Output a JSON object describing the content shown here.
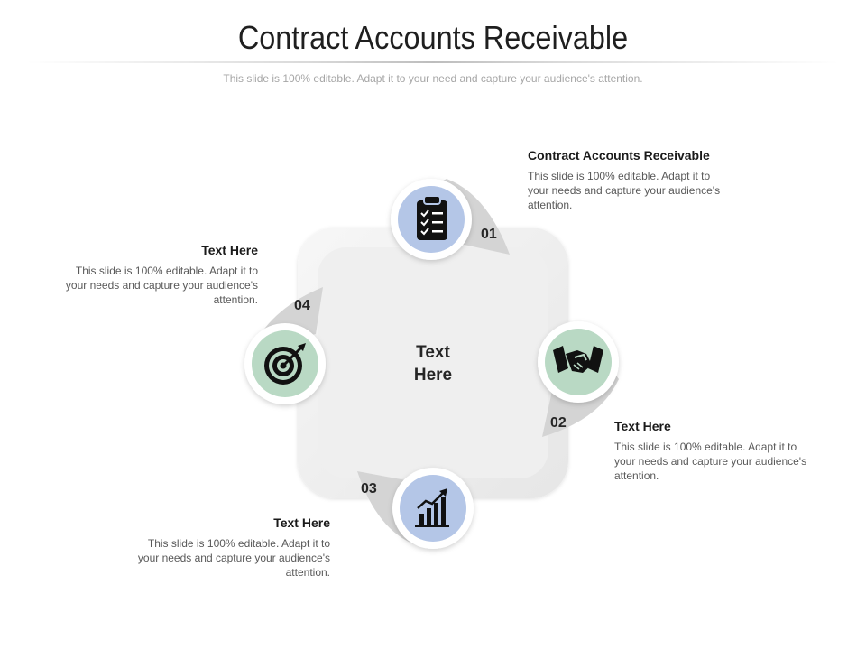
{
  "title": "Contract Accounts Receivable",
  "subtitle": "This slide is 100% editable. Adapt it to your need and capture your audience's attention.",
  "center": {
    "line1": "Text",
    "line2": "Here"
  },
  "steps": [
    {
      "number": "01",
      "icon": "clipboard-checklist-icon",
      "color": "#b4c6e7",
      "heading": "Contract Accounts Receivable",
      "text": "This slide is 100% editable. Adapt it to your needs and capture your audience's attention."
    },
    {
      "number": "02",
      "icon": "handshake-icon",
      "color": "#b9d9c4",
      "heading": "Text Here",
      "text": "This slide is 100% editable. Adapt it to your needs and capture your audience's attention."
    },
    {
      "number": "03",
      "icon": "growth-chart-icon",
      "color": "#b4c6e7",
      "heading": "Text Here",
      "text": "This slide is 100% editable. Adapt it to your needs and capture your audience's attention."
    },
    {
      "number": "04",
      "icon": "target-icon",
      "color": "#b9d9c4",
      "heading": "Text Here",
      "text": "This slide is 100% editable. Adapt it to your needs and capture your audience's attention."
    }
  ]
}
